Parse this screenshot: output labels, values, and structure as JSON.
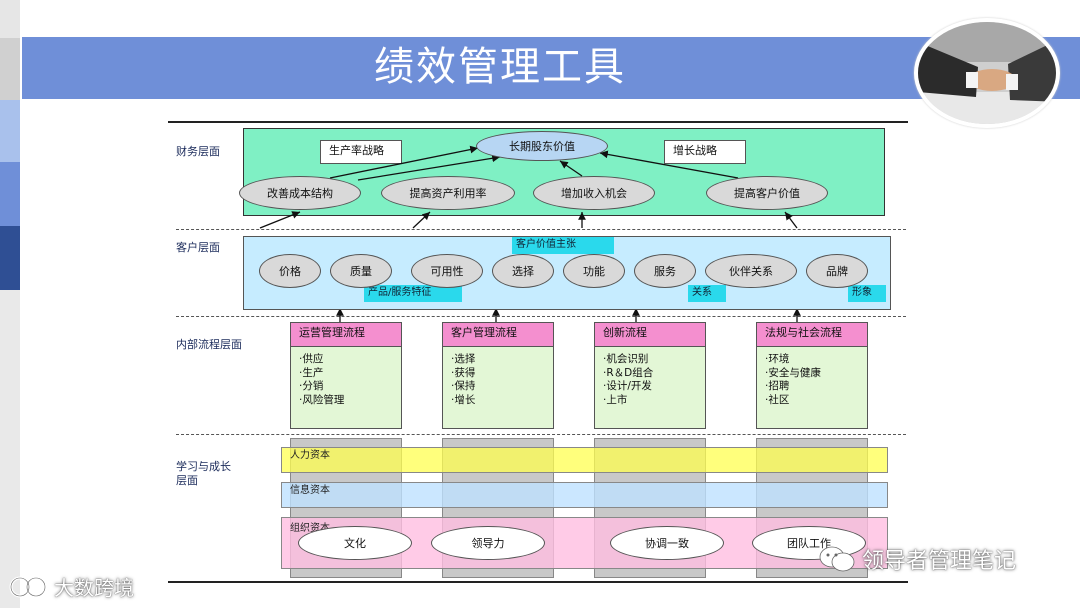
{
  "title": "绩效管理工具",
  "layers": {
    "financial": "财务层面",
    "customer": "客户层面",
    "internal": "内部流程层面",
    "learning": "学习与成长\n层面"
  },
  "financial": {
    "top_value": "长期股东价值",
    "strategy_left": "生产率战略",
    "strategy_right": "增长战略",
    "items": [
      "改善成本结构",
      "提高资产利用率",
      "增加收入机会",
      "提高客户价值"
    ]
  },
  "customer": {
    "value_prop": "客户价值主张",
    "items": [
      "价格",
      "质量",
      "可用性",
      "选择",
      "功能",
      "服务",
      "伙伴关系",
      "品牌"
    ],
    "tags": [
      "产品/服务特征",
      "关系",
      "形象"
    ]
  },
  "processes": [
    {
      "title": "运营管理流程",
      "items": [
        "·供应",
        "·生产",
        "·分销",
        "·风险管理"
      ]
    },
    {
      "title": "客户管理流程",
      "items": [
        "·选择",
        "·获得",
        "·保持",
        "·增长"
      ]
    },
    {
      "title": "创新流程",
      "items": [
        "·机会识别",
        "·R＆D组合",
        "·设计/开发",
        "·上市"
      ]
    },
    {
      "title": "法规与社会流程",
      "items": [
        "·环境",
        "·安全与健康",
        "·招聘",
        "·社区"
      ]
    }
  ],
  "learning": {
    "human": "人力资本",
    "info": "信息资本",
    "org": "组织资本",
    "items": [
      "文化",
      "领导力",
      "协调一致",
      "团队工作"
    ]
  },
  "watermarks": {
    "left": "大数跨境",
    "right": "领导者管理笔记"
  },
  "colors": {
    "header_band": "#6f8fd8",
    "financial_box": "#7ff0c4",
    "customer_box": "#c6ecff",
    "process_head": "#f48fcf",
    "process_body": "#e3f7d6",
    "human_capital": "#ffff66",
    "info_capital": "#c6e6ff",
    "org_capital": "#ffc6e6"
  }
}
